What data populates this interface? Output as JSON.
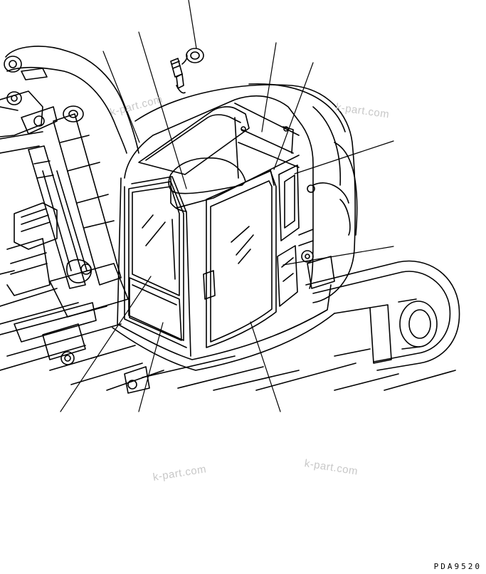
{
  "watermarks": [
    "k-part.com",
    "k-part.com",
    "k-part.com",
    "k-part.com"
  ],
  "drawing_code": "PDA9520",
  "colors": {
    "line": "#000000",
    "watermark": "#c8c8c8",
    "background": "#ffffff"
  },
  "icons": {
    "connector": "connector-plug-icon"
  }
}
